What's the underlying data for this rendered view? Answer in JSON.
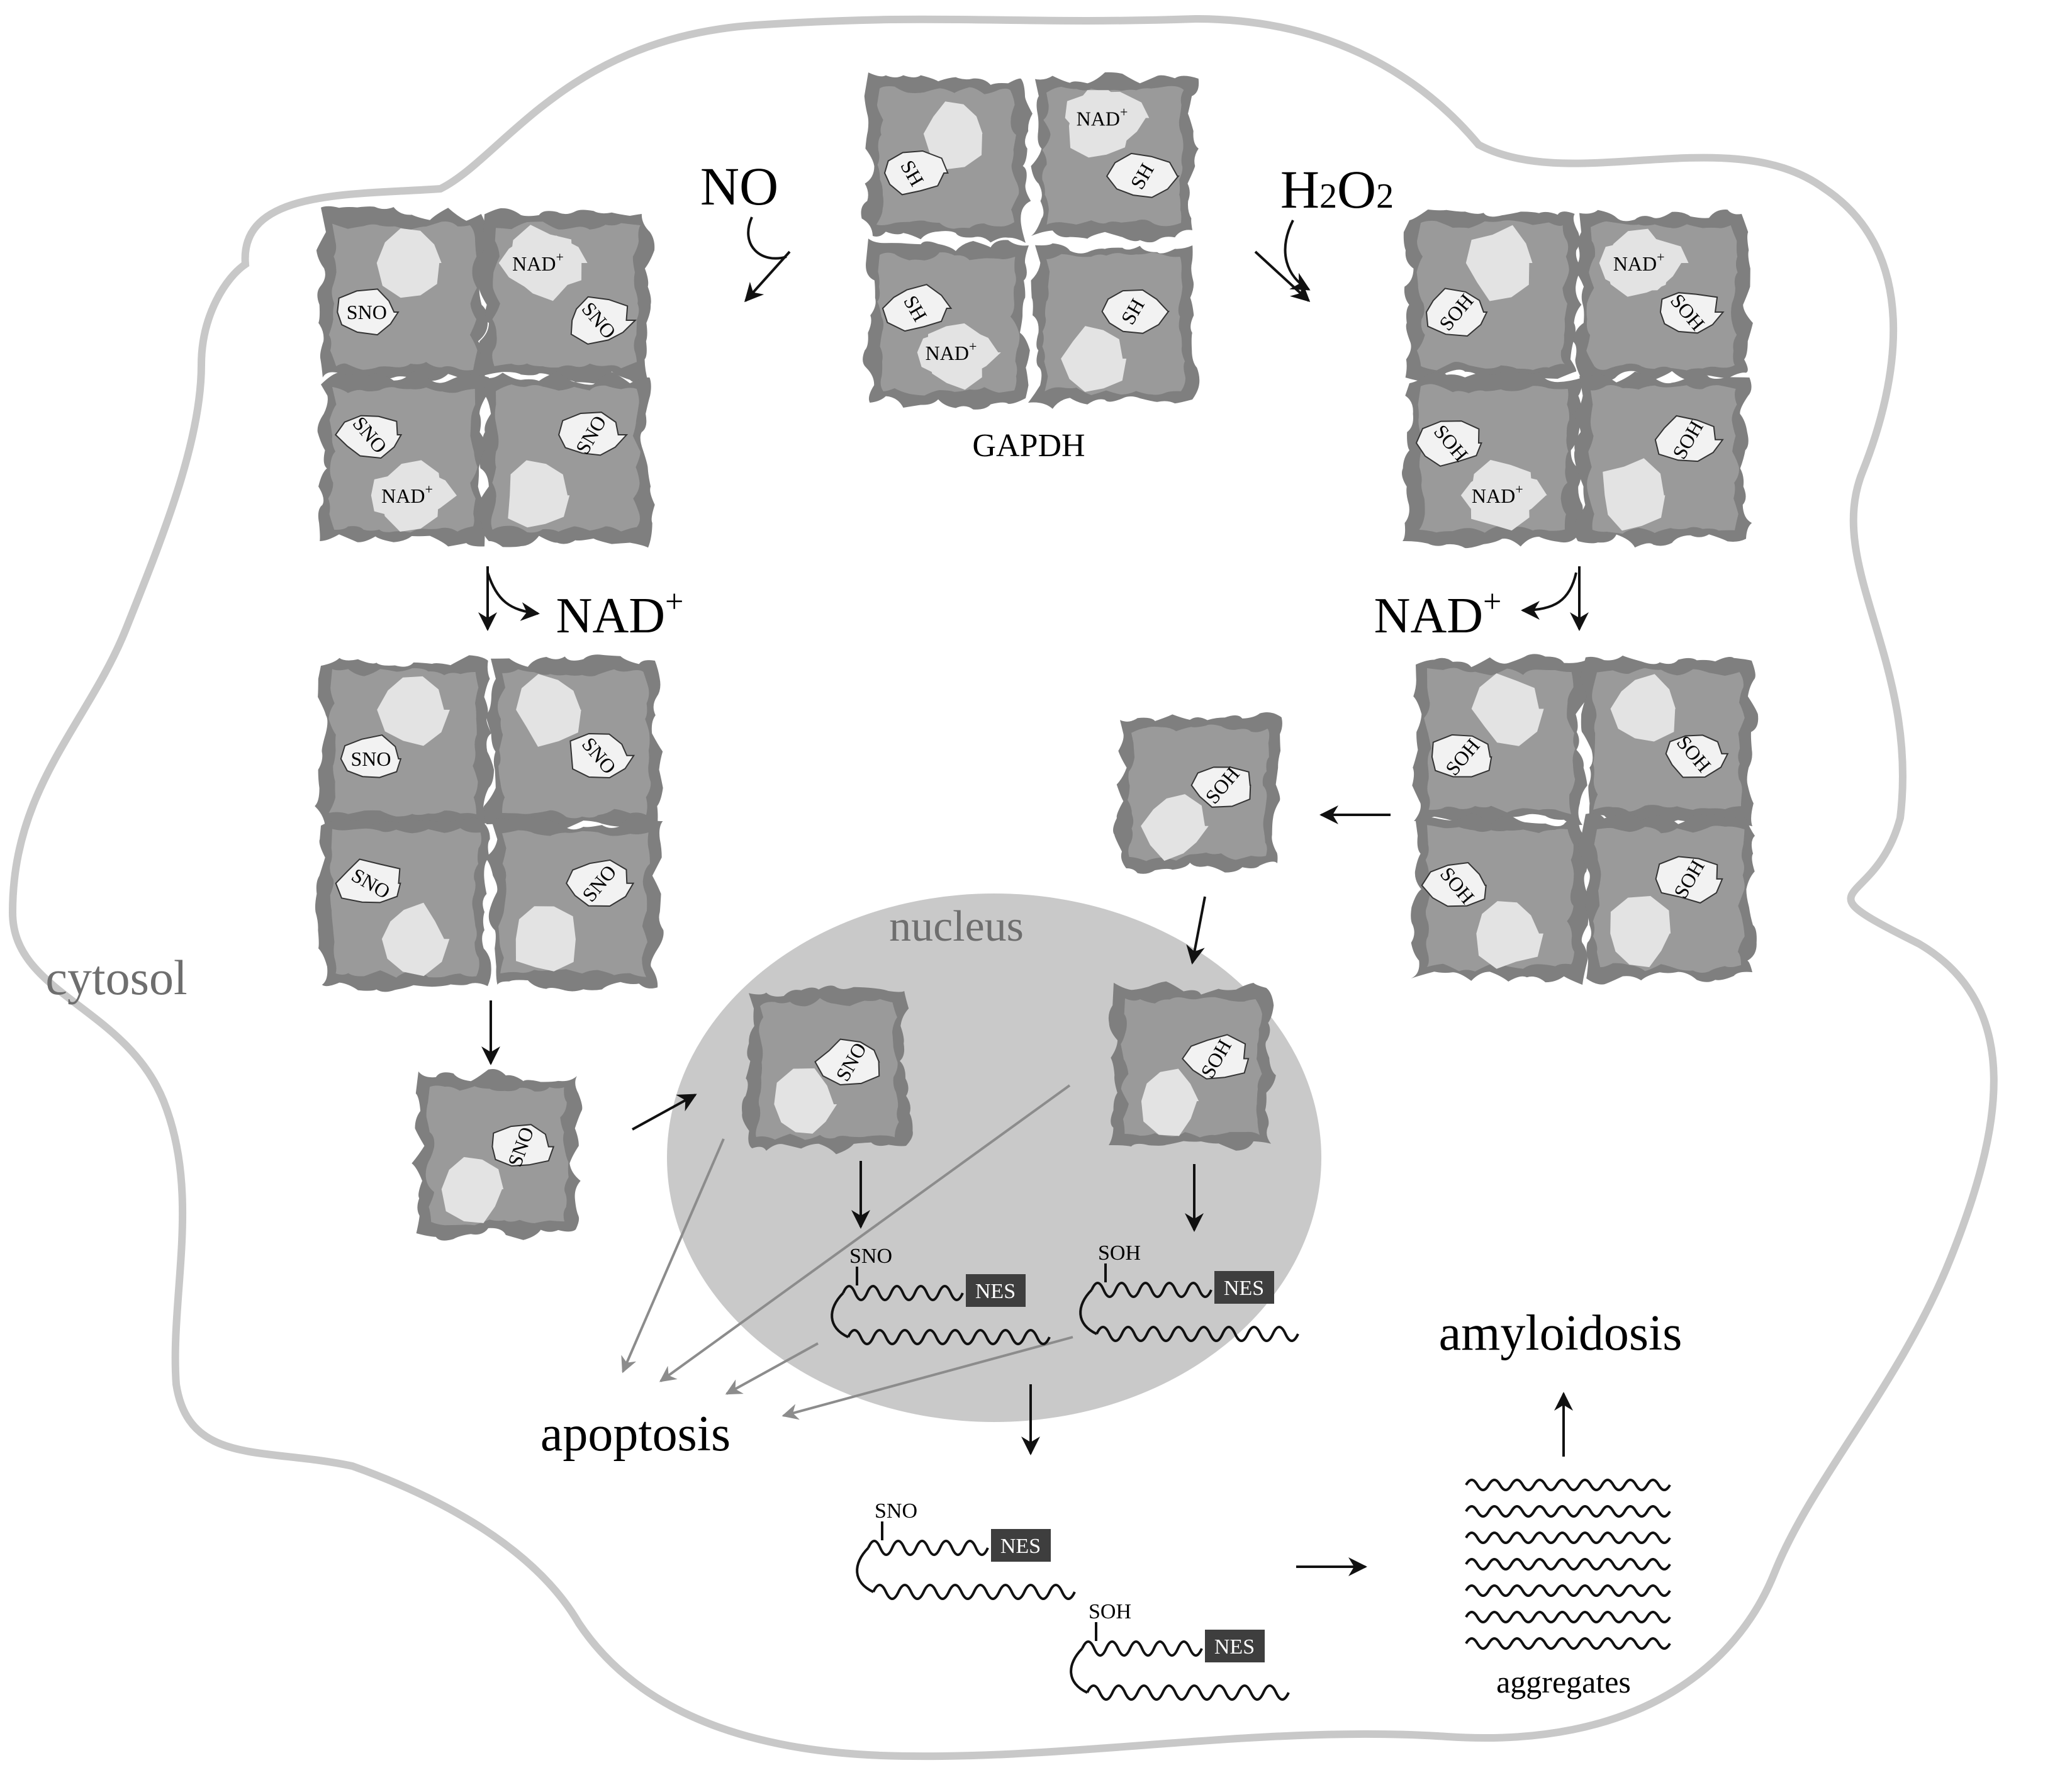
{
  "labels": {
    "gapdh": "GAPDH",
    "no": "NO",
    "h2o2_base_h": "H",
    "h2o2_sub_2a": "2",
    "h2o2_base_o": "O",
    "h2o2_sub_2b": "2",
    "nad_left": "NAD",
    "nad_right": "NAD",
    "plus": "+",
    "nucleus": "nucleus",
    "cytosol": "cytosol",
    "apoptosis": "apoptosis",
    "amyloidosis": "amyloidosis",
    "aggregates": "aggregates"
  },
  "tags": {
    "sh": "SH",
    "sno": "SNO",
    "soh": "SOH",
    "nad": "NAD",
    "nes": "NES"
  },
  "colors": {
    "membrane": "#c8c8c8",
    "nucleus": "#c9c9c9",
    "nucleus_text": "#6e6e6e",
    "cytosol_text": "#6e6e6e",
    "subunit_outer": "#7f7f7f",
    "subunit_inner": "#9a9a9a",
    "pocket": "#e3e3e3",
    "nes_box": "#3e3e3e",
    "arrow": "#111111",
    "grey_arrow": "#8c8c8c"
  }
}
